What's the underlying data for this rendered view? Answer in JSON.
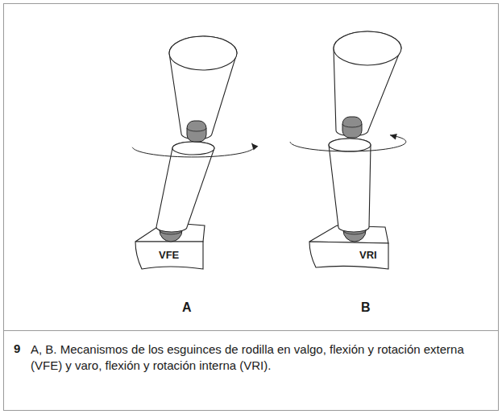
{
  "diagram": {
    "caption": "A, B. Mecanismos de los esguinces de rodilla en valgo, flexión y rotación externa (VFE) y varo, flexión y rotación interna (VRI).",
    "labels": [
      "VFE",
      "A",
      "VRI",
      "B",
      "9"
    ]
  }
}
